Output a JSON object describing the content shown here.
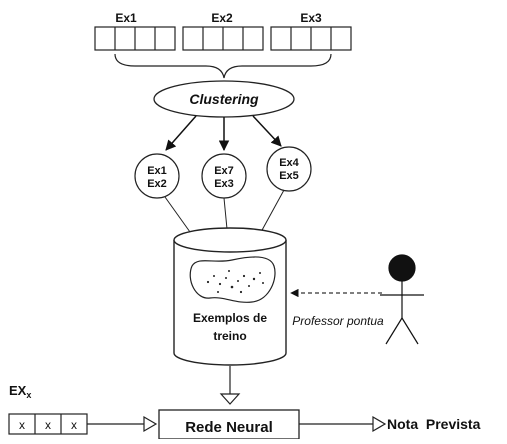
{
  "examples": [
    {
      "label": "Ex1"
    },
    {
      "label": "Ex2"
    },
    {
      "label": "Ex3"
    }
  ],
  "clustering": {
    "label": "Clustering"
  },
  "clusters": [
    {
      "line1": "Ex1",
      "line2": "Ex2"
    },
    {
      "line1": "Ex7",
      "line2": "Ex3"
    },
    {
      "line1": "Ex4",
      "line2": "Ex5"
    }
  ],
  "database": {
    "line1": "Exemplos de",
    "line2": "treino"
  },
  "professor": {
    "label": "Professor pontua"
  },
  "input": {
    "label_main": "EX",
    "label_sub": "x",
    "cells": [
      "x",
      "x",
      "x"
    ]
  },
  "network": {
    "label": "Rede Neural"
  },
  "output": {
    "label": "Nota  Prevista"
  }
}
